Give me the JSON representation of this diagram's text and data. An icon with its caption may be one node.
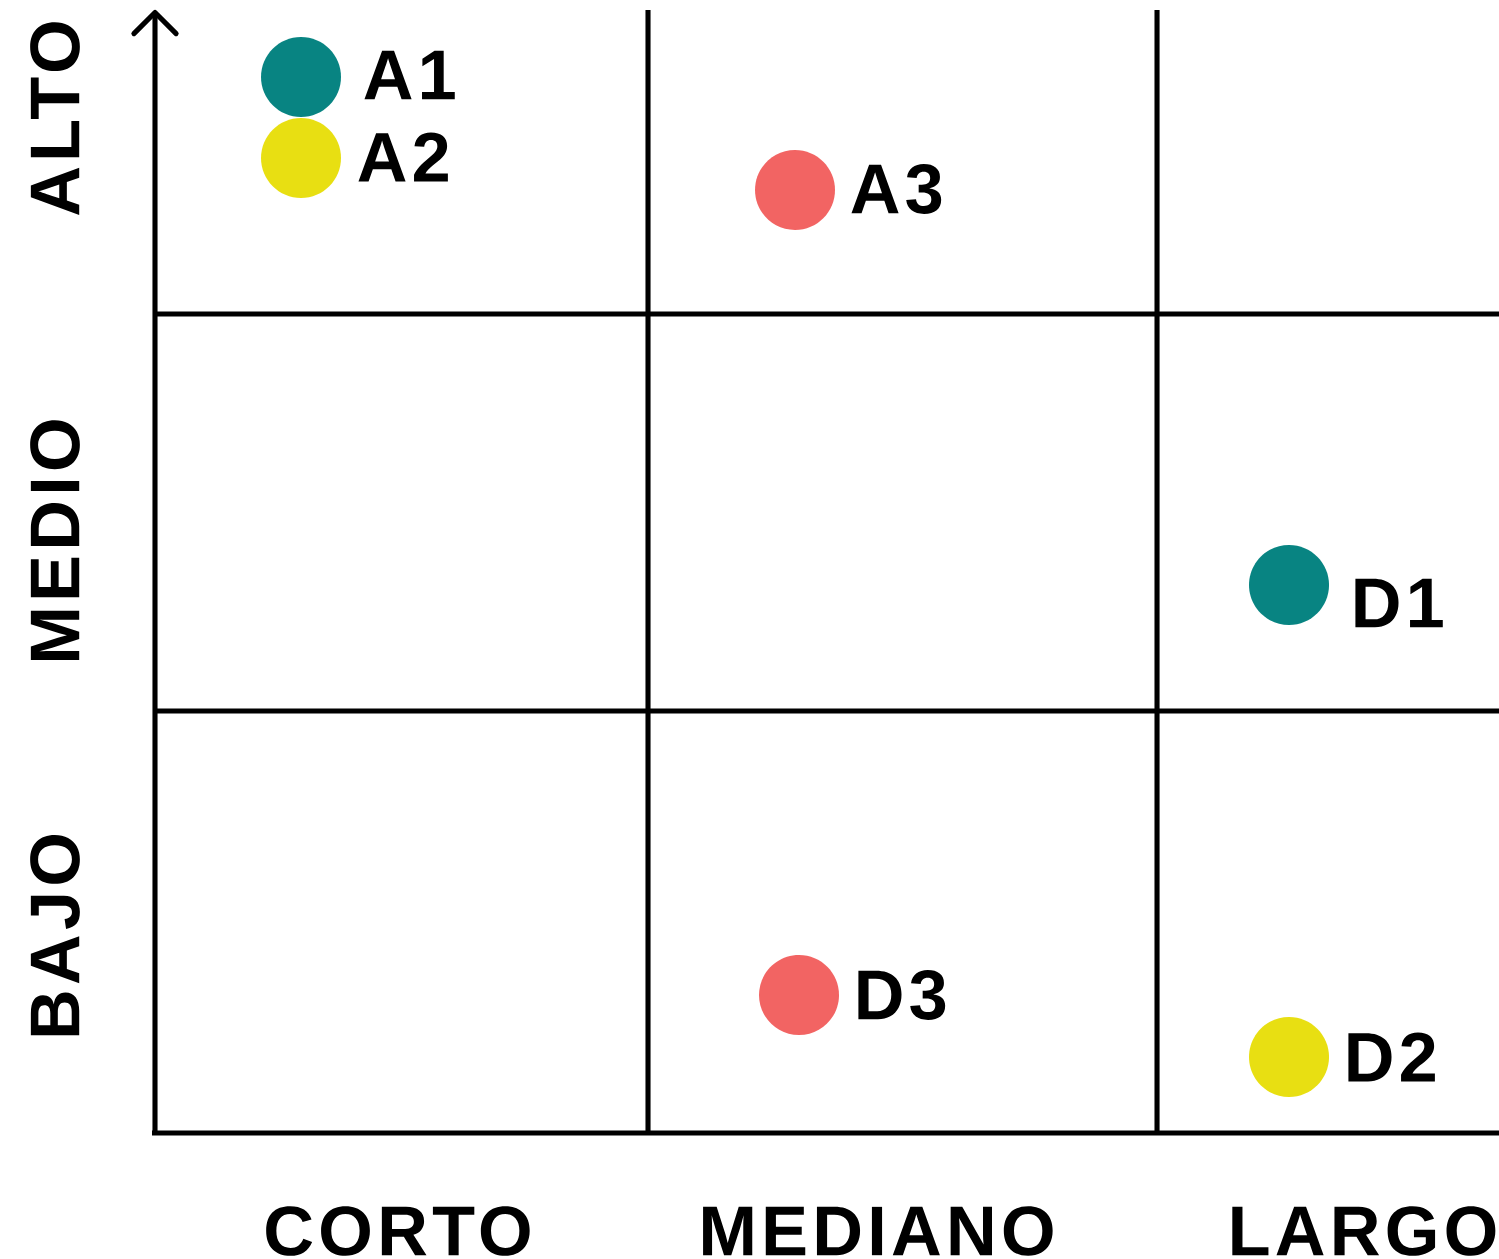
{
  "diagram": {
    "nodes": [
      {
        "text": [],
        "shape": "circle",
        "beside": [
          "A1"
        ]
      },
      {
        "text": [],
        "shape": "circle",
        "beside": [
          "A2"
        ]
      },
      {
        "text": [],
        "shape": "circle",
        "beside": [
          "A3"
        ]
      },
      {
        "text": [],
        "shape": "circle",
        "beside": [
          "D1"
        ]
      },
      {
        "text": [],
        "shape": "circle",
        "beside": [
          "D3"
        ]
      },
      {
        "text": [],
        "shape": "circle",
        "beside": [
          "D2"
        ]
      }
    ],
    "labels": [
      "ALTO",
      "MEDIO",
      "BAJO",
      "CORTO",
      "MEDIANO",
      "LARGO"
    ]
  }
}
